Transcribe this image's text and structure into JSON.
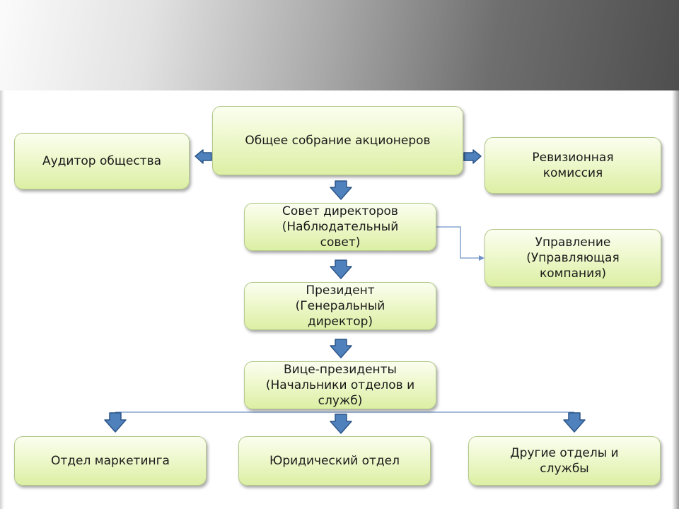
{
  "nodes": {
    "shareholders": "Общее собрание акционеров",
    "auditor": "Аудитор общества",
    "audit_commission": "Ревизионная\nкомиссия",
    "board": "Совет директоров\n(Наблюдательный\nсовет)",
    "management": "Управление\n(Управляющая\nкомпания)",
    "president": "Президент\n(Генеральный\nдиректор)",
    "vice_presidents": "Вице-президенты\n(Начальники отделов и\nслужб)",
    "marketing": "Отдел маркетинга",
    "legal": "Юридический отдел",
    "other": "Другие отделы и\nслужбы"
  },
  "edges": [
    {
      "from": "shareholders",
      "to": "auditor"
    },
    {
      "from": "shareholders",
      "to": "audit_commission"
    },
    {
      "from": "shareholders",
      "to": "board"
    },
    {
      "from": "board",
      "to": "management"
    },
    {
      "from": "board",
      "to": "president"
    },
    {
      "from": "president",
      "to": "vice_presidents"
    },
    {
      "from": "vice_presidents",
      "to": "marketing"
    },
    {
      "from": "vice_presidents",
      "to": "legal"
    },
    {
      "from": "vice_presidents",
      "to": "other"
    }
  ],
  "colors": {
    "box_top": "#fbfef0",
    "box_bottom": "#dcefa4",
    "box_border": "#b3c98a",
    "arrow_fill": "#4f81bd",
    "arrow_stroke": "#2c5587",
    "connector_line": "#6f93c6"
  }
}
